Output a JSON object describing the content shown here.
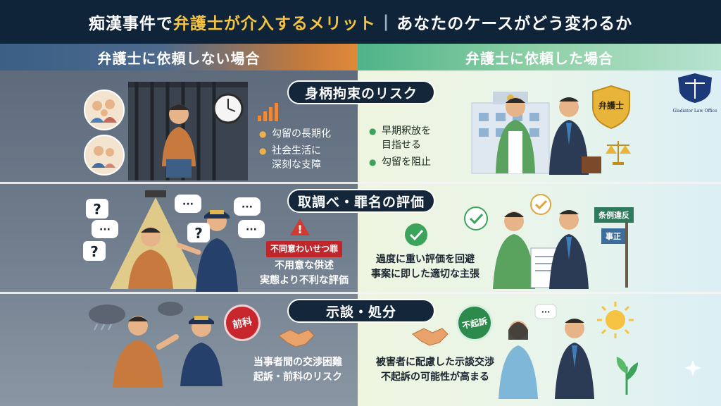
{
  "header": {
    "title_pre": "痴漢事件で",
    "title_highlight": "弁護士が介入するメリット",
    "separator": "|",
    "title_post": "あなたのケースがどう変わるか"
  },
  "columns": {
    "left": "弁護士に依頼しない場合",
    "right": "弁護士に依頼した場合"
  },
  "sections": [
    {
      "label": "身柄拘束のリスク",
      "left_bullets": [
        "勾留の長期化",
        "社会生活に\n深刻な支障"
      ],
      "right_bullets": [
        "早期釈放を\n目指せる",
        "勾留を阻止"
      ]
    },
    {
      "label": "取調べ・罪名の評価",
      "left_tag": "不同意わいせつ罪",
      "left_lines": [
        "不用意な供述",
        "実態より不利な評価"
      ],
      "right_lines": [
        "過度に重い評価を回避",
        "事案に即した適切な主張"
      ]
    },
    {
      "label": "示談・処分",
      "left_lines": [
        "当事者間の交渉困難",
        "起訴・前科のリスク"
      ],
      "right_lines": [
        "被害者に配慮した示談交渉",
        "不起訴の可能性が高まる"
      ]
    }
  ],
  "badges": {
    "lawyer_shield": "弁護士",
    "zenka_stamp": "前科",
    "fukiso_stamp": "不起訴",
    "sign_top": "条例違反",
    "sign_bottom": "事正"
  },
  "office": {
    "name": "Gladiator Law Office"
  },
  "icons": {
    "question_mark": "?",
    "speech_dots": "···",
    "warning": "!"
  },
  "colors": {
    "title_bg": "#0f2438",
    "highlight": "#f5c242",
    "accent_red": "#c0272d",
    "accent_green": "#2d8a4d"
  }
}
